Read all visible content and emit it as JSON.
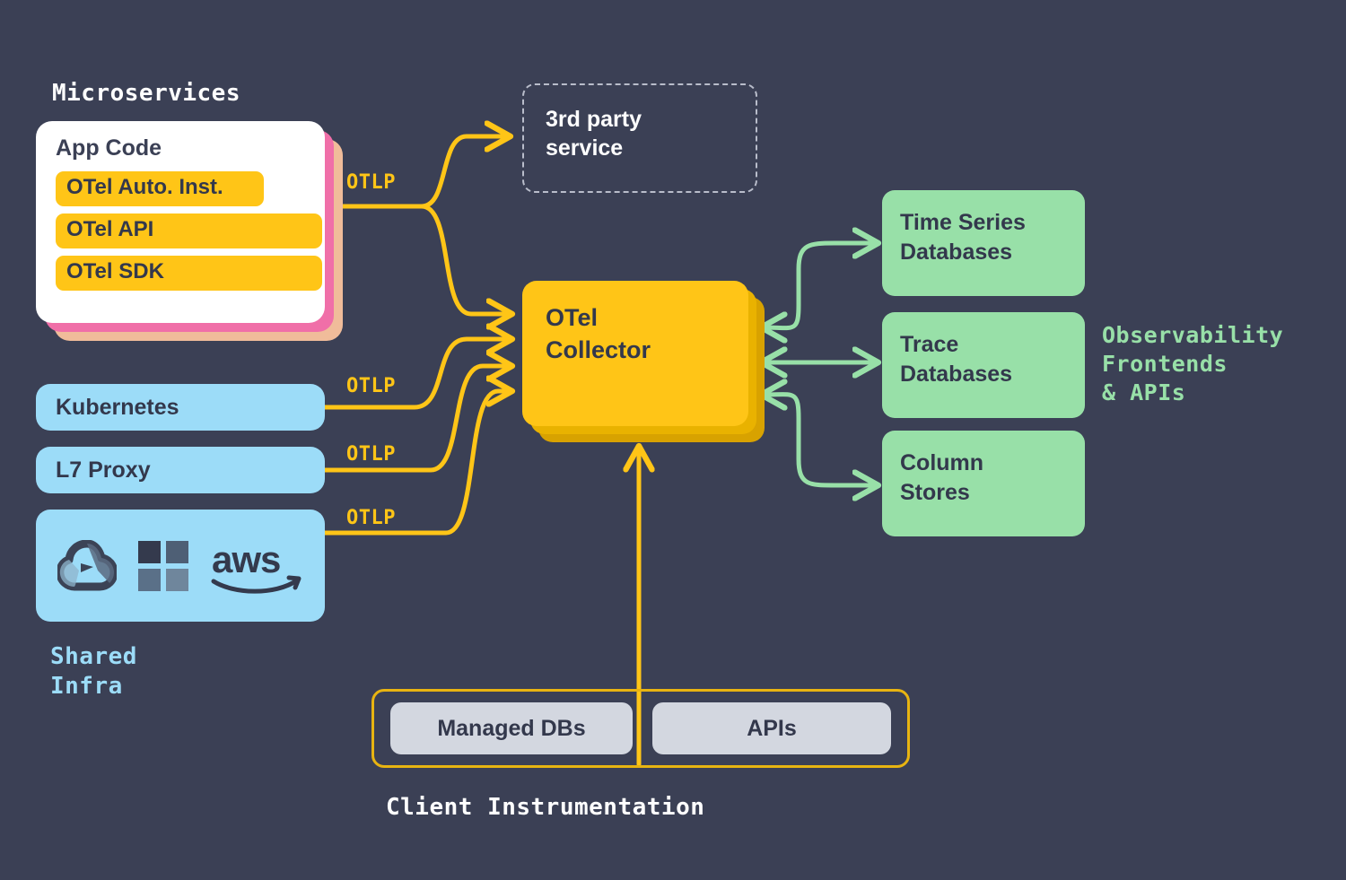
{
  "palette": {
    "background": "#3b4055",
    "yellow": "#ffc517",
    "yellow_shadow_1": "#e9b200",
    "yellow_shadow_2": "#d8a200",
    "blue": "#9cdcf8",
    "green": "#98e0a8",
    "pink": "#f06fa8",
    "peach": "#f0bc9a",
    "gray_box": "#d3d7e0",
    "dark_text": "#33384c",
    "white": "#ffffff",
    "dashed_border": "#b9bdcb"
  },
  "microservices": {
    "caption": "Microservices",
    "card_title": "App Code",
    "pills": [
      {
        "label": "OTel Auto. Inst."
      },
      {
        "label": "OTel API"
      },
      {
        "label": "OTel SDK"
      }
    ]
  },
  "third_party": {
    "label": "3rd party\nservice"
  },
  "collector": {
    "label": "OTel\nCollector"
  },
  "shared_infra": {
    "caption": "Shared\nInfra",
    "items": [
      {
        "label": "Kubernetes"
      },
      {
        "label": "L7 Proxy"
      }
    ],
    "cloud_providers": [
      {
        "name": "google-cloud-logo"
      },
      {
        "name": "microsoft-azure-logo"
      },
      {
        "name": "aws-logo",
        "text": "aws"
      }
    ]
  },
  "observability": {
    "caption": "Observability\nFrontends\n& APIs",
    "boxes": [
      {
        "label": "Time Series\nDatabases"
      },
      {
        "label": "Trace\nDatabases"
      },
      {
        "label": "Column\nStores"
      }
    ]
  },
  "client_instrumentation": {
    "caption": "Client Instrumentation",
    "boxes": [
      {
        "label": "Managed DBs"
      },
      {
        "label": "APIs"
      }
    ]
  },
  "links": {
    "otlp_labels": [
      {
        "id": "otlp-app-code",
        "label": "OTLP"
      },
      {
        "id": "otlp-kubernetes",
        "label": "OTLP"
      },
      {
        "id": "otlp-l7proxy",
        "label": "OTLP"
      },
      {
        "id": "otlp-cloud",
        "label": "OTLP"
      }
    ]
  }
}
